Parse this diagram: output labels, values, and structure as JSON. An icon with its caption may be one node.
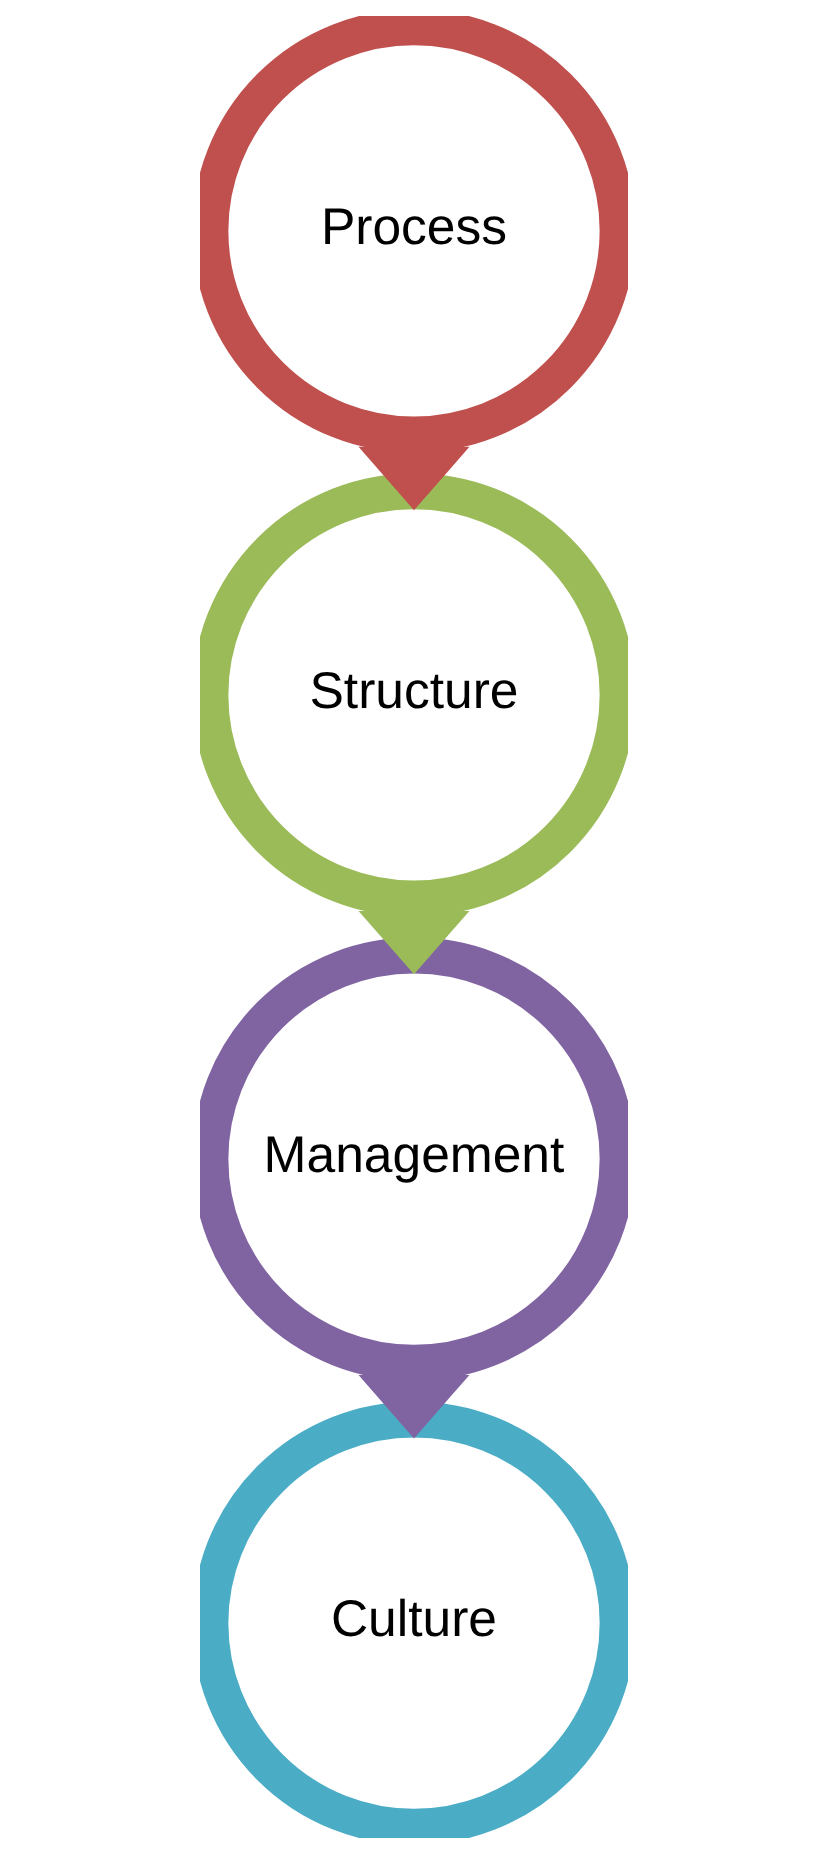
{
  "diagram": {
    "nodes": [
      {
        "text": [
          "Process"
        ]
      },
      {
        "text": [
          "Structure"
        ]
      },
      {
        "text": [
          "Management"
        ]
      },
      {
        "text": [
          "Culture"
        ]
      }
    ],
    "edges": [
      {
        "from": 0,
        "to": 1,
        "arrow": "to",
        "color": "#c0504d"
      },
      {
        "from": 1,
        "to": 2,
        "arrow": "to",
        "color": "#9bbb59"
      },
      {
        "from": 2,
        "to": 3,
        "arrow": "to",
        "color": "#8064a2"
      }
    ]
  }
}
